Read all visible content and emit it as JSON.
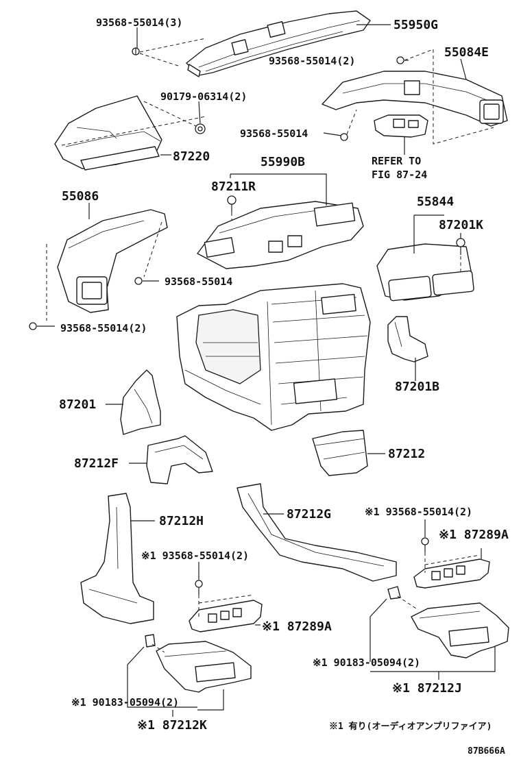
{
  "labels": {
    "p55950g": "55950G",
    "f93568_55014_3": "93568-55014(3)",
    "f93568_55014_2_top": "93568-55014(2)",
    "p55084e": "55084E",
    "f90179_06314_2": "90179-06314(2)",
    "f93568_55014_a": "93568-55014",
    "refer_to_line1": "REFER TO",
    "refer_to_line2": "FIG 87-24",
    "p87220": "87220",
    "p55990b": "55990B",
    "p87211r": "87211R",
    "p55086": "55086",
    "p55844": "55844",
    "p87201k": "87201K",
    "f93568_55014_b": "93568-55014",
    "f93568_55014_2_left": "93568-55014(2)",
    "p87201b": "87201B",
    "p87201": "87201",
    "p87212": "87212",
    "p87212f": "87212F",
    "p87212h": "87212H",
    "p87212g": "87212G",
    "f_note_93568_55014_2_right": "※1 93568-55014(2)",
    "p_note_87289a_right": "※1 87289A",
    "f_note_93568_55014_2_mid": "※1 93568-55014(2)",
    "p_note_87289a_mid": "※1 87289A",
    "f_note_90183_05094_2_right": "※1 90183-05094(2)",
    "p_note_87212j": "※1 87212J",
    "f_note_90183_05094_2_left": "※1 90183-05094(2)",
    "p_note_87212k": "※1 87212K"
  },
  "footnote": "※1 有り(オーディオアンプリファイア)",
  "figure_code": "87B666A"
}
